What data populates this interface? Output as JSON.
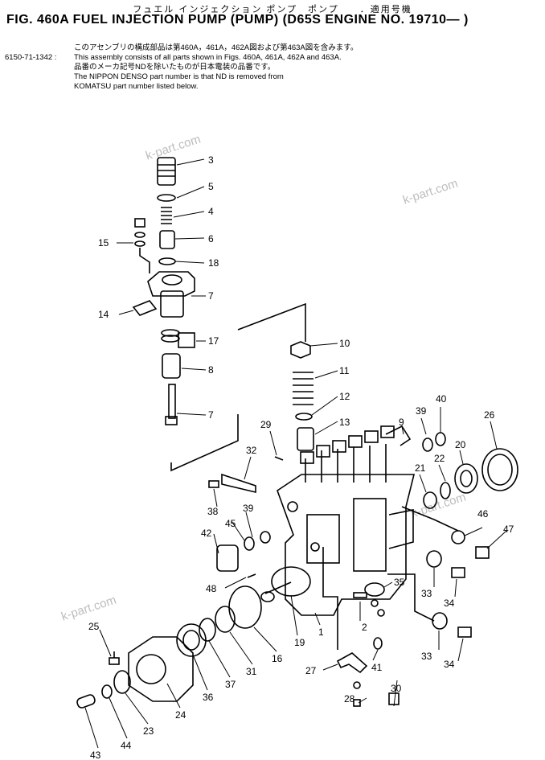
{
  "header": {
    "japanese_title": "フュエル インジェクション ポンプ　ポンプ　　．適用号機",
    "title": "FIG. 460A  FUEL  INJECTION  PUMP  (PUMP)  (D65S  ENGINE  NO. 19710— )"
  },
  "notes": {
    "line1_jp": "このアセンブリの構成部品は第460A，461A，462A図および第463A図を含みます。",
    "line2_partno": "6150-71-1342 :",
    "line2": "This assembly consists of all parts shown in Figs. 460A, 461A, 462A and 463A.",
    "line3_jp": "品番のメーカ記号NDを除いたものが日本電装の品番です。",
    "line4": "The NIPPON DENSO part number is that ND is removed from",
    "line5": "KOMATSU part number listed below."
  },
  "watermark": "k-part.com",
  "callouts": [
    "1",
    "2",
    "3",
    "4",
    "5",
    "6",
    "7",
    "7",
    "8",
    "9",
    "10",
    "11",
    "12",
    "13",
    "14",
    "15",
    "16",
    "17",
    "18",
    "19",
    "20",
    "21",
    "22",
    "23",
    "24",
    "25",
    "26",
    "27",
    "28",
    "29",
    "30",
    "31",
    "32",
    "33",
    "33",
    "34",
    "34",
    "35",
    "36",
    "37",
    "38",
    "39",
    "39",
    "40",
    "41",
    "42",
    "43",
    "44",
    "45",
    "46",
    "47",
    "48"
  ]
}
